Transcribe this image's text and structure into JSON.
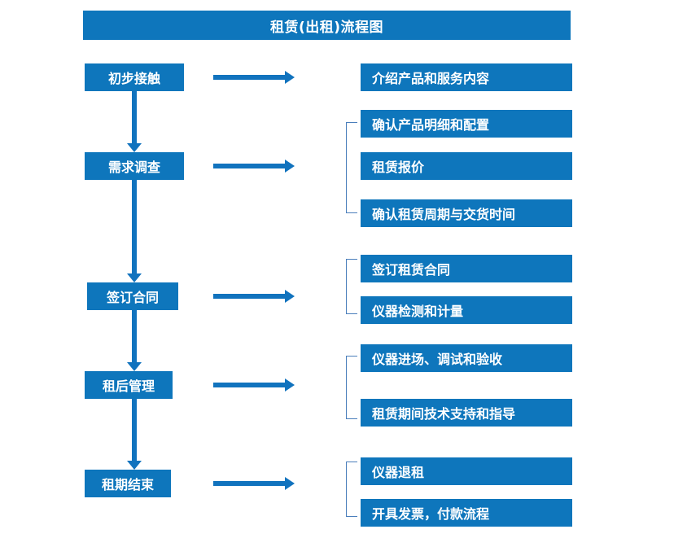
{
  "header": {
    "title": "租赁(出租)流程图"
  },
  "colors": {
    "box_fill": "#0E76BC",
    "box_text": "#FFFFFF",
    "arrow": "#1173BE",
    "bracket": "#4A7EBB",
    "background": "#FFFFFF"
  },
  "chart_data": {
    "type": "diagram",
    "title": "租赁(出租)流程图",
    "stages": [
      {
        "stage": "初步接触",
        "details": [
          "介绍产品和服务内容"
        ],
        "bracketed": false
      },
      {
        "stage": "需求调查",
        "details": [
          "确认产品明细和配置",
          "租赁报价",
          "确认租赁周期与交货时间"
        ],
        "bracketed": true
      },
      {
        "stage": "签订合同",
        "details": [
          "签订租赁合同",
          "仪器检测和计量"
        ],
        "bracketed": true
      },
      {
        "stage": "租后管理",
        "details": [
          "仪器进场、调试和验收",
          "租赁期间技术支持和指导"
        ],
        "bracketed": true
      },
      {
        "stage": "租期结束",
        "details": [
          "仪器退租",
          "开具发票，付款流程"
        ],
        "bracketed": true
      }
    ]
  },
  "left_nodes": [
    {
      "label": "初步接触"
    },
    {
      "label": "需求调查"
    },
    {
      "label": "签订合同"
    },
    {
      "label": "租后管理"
    },
    {
      "label": "租期结束"
    }
  ],
  "right_nodes": [
    {
      "label": "介绍产品和服务内容"
    },
    {
      "label": "确认产品明细和配置"
    },
    {
      "label": "租赁报价"
    },
    {
      "label": "确认租赁周期与交货时间"
    },
    {
      "label": "签订租赁合同"
    },
    {
      "label": "仪器检测和计量"
    },
    {
      "label": "仪器进场、调试和验收"
    },
    {
      "label": "租赁期间技术支持和指导"
    },
    {
      "label": "仪器退租"
    },
    {
      "label": "开具发票，付款流程"
    }
  ],
  "icons": {
    "down_arrow": "down-arrow-icon",
    "right_arrow": "right-arrow-icon",
    "bracket": "bracket-icon"
  }
}
